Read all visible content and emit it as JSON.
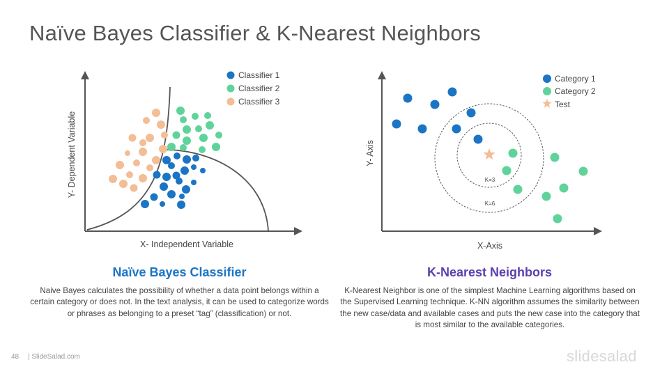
{
  "slide": {
    "title": "Naïve Bayes Classifier & K-Nearest Neighbors",
    "page_number": "48",
    "footer_site": "| SlideSalad.com",
    "brand": "slidesalad"
  },
  "colors": {
    "blue": "#1b75c4",
    "green": "#5fd39a",
    "peach": "#f3bd95",
    "star": "#f3bd95",
    "axis": "#555555",
    "nb_title": "#1b75c4",
    "knn_title": "#5a3fae"
  },
  "naive_bayes": {
    "heading": "Naïve Bayes Classifier",
    "description": "Naive Bayes calculates the possibility of whether a data point belongs within a certain category or does not. In the text analysis, it can be used to categorize words or phrases as belonging to a preset “tag” (classification) or not.",
    "x_label": "X- Independent Variable",
    "y_label": "Y- Dependent Variable",
    "legend": [
      "Classifier 1",
      "Classifier 2",
      "Classifier 3"
    ]
  },
  "knn": {
    "heading": "K-Nearest Neighbors",
    "description": "K-Nearest Neighbor is one of the simplest Machine Learning algorithms based on the Supervised Learning technique. K-NN algorithm assumes the similarity between the new case/data and available cases and puts the new case into the category that is most similar to the available categories.",
    "x_label": "X-Axis",
    "y_label": "Y- Axis",
    "legend": [
      "Category 1",
      "Category 2",
      "Test"
    ],
    "inner_circle_label": "K=3",
    "outer_circle_label": "K=6"
  }
}
